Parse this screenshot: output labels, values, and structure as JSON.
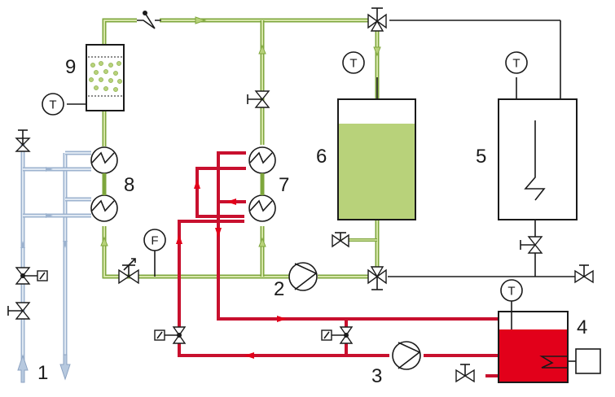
{
  "labels": {
    "n1": "1",
    "n2": "2",
    "n3": "3",
    "n4": "4",
    "n5": "5",
    "n6": "6",
    "n7": "7",
    "n8": "8",
    "n9": "9"
  },
  "instruments": {
    "temperature": "T",
    "flow": "F"
  },
  "colors": {
    "green_pipe": "#7ea63c",
    "green_liquid": "#b8d27a",
    "red_pipe": "#c8102e",
    "red_liquid": "#e2001a",
    "blue_pipe": "#9db3cf",
    "dark_line": "#1a1a1a"
  }
}
